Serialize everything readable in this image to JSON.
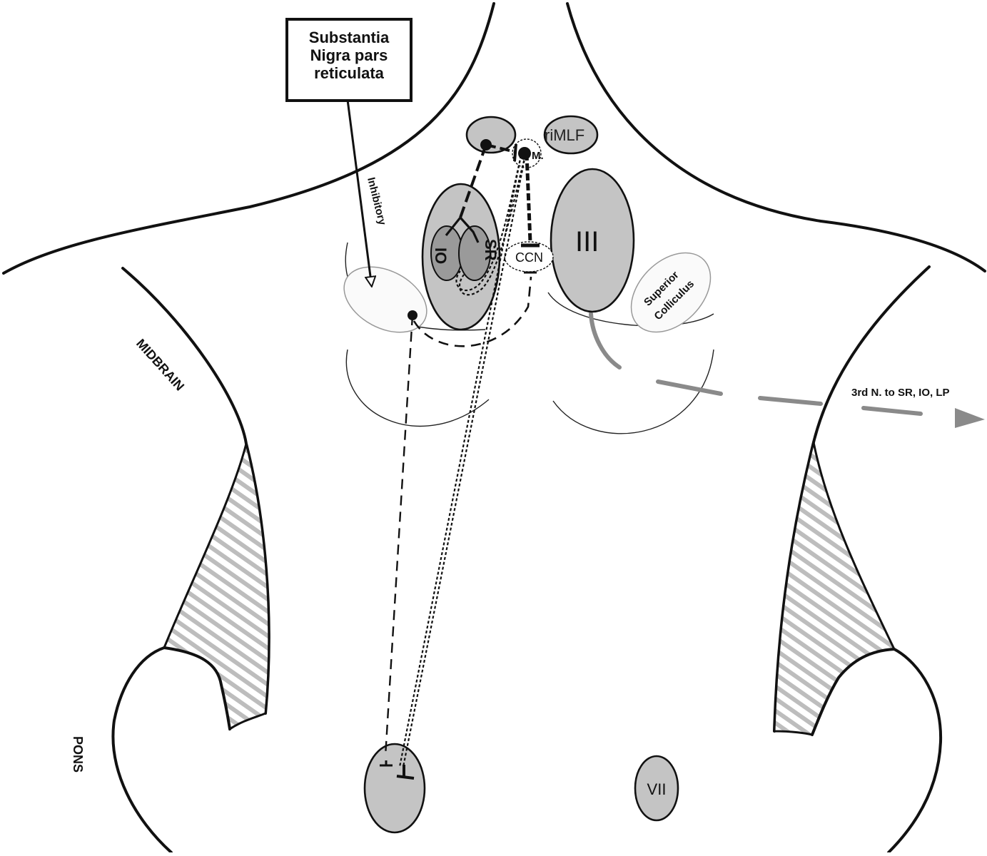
{
  "labels": {
    "snpr_box": [
      "Substantia",
      "Nigra pars",
      "reticulata"
    ],
    "inhibitory": "Inhibitory",
    "rimlf": "riMLF",
    "m": "M.",
    "io": "IO",
    "sr": "SR",
    "ccn": "CCN",
    "third_nucleus": "III",
    "superior_colliculus": [
      "Superior",
      "Colliculus"
    ],
    "third_nerve": "3rd N. to SR, IO, LP",
    "midbrain": "MIDBRAIN",
    "pons": "PONS",
    "seventh_nucleus": "VII"
  },
  "colors": {
    "nucleus_fill": "#c4c4c4",
    "inner_nucleus_fill": "#9a9a9a",
    "nerve_gray": "#8a8a8a",
    "outline": "#111111"
  }
}
